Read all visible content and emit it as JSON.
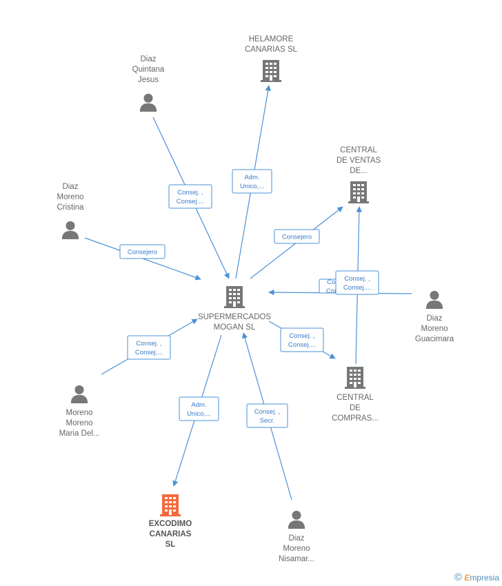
{
  "colors": {
    "edge": "#4a90d9",
    "node": "#777777",
    "highlight": "#f26a3d"
  },
  "nodes": [
    {
      "id": "center",
      "type": "company",
      "label": [
        "SUPERMERCADOS",
        "MOGAN SL"
      ],
      "bold": true,
      "highlight": false
    },
    {
      "id": "helamore",
      "type": "company",
      "label": [
        "HELAMORE",
        "CANARIAS  SL"
      ],
      "bold": true,
      "highlight": false
    },
    {
      "id": "central_ventas",
      "type": "company",
      "label": [
        "CENTRAL",
        "DE VENTAS",
        "DE..."
      ],
      "bold": true,
      "highlight": false
    },
    {
      "id": "central_compras",
      "type": "company",
      "label": [
        "CENTRAL",
        "DE",
        "COMPRAS..."
      ],
      "bold": true,
      "highlight": false
    },
    {
      "id": "excodimo",
      "type": "company",
      "label": [
        "EXCODIMO",
        "CANARIAS",
        "SL"
      ],
      "bold": true,
      "highlight": true
    },
    {
      "id": "diaz_quintana",
      "type": "person",
      "label": [
        "Diaz",
        "Quintana",
        "Jesus"
      ],
      "bold": false,
      "highlight": false
    },
    {
      "id": "diaz_cristina",
      "type": "person",
      "label": [
        "Diaz",
        "Moreno",
        "Cristina"
      ],
      "bold": false,
      "highlight": false
    },
    {
      "id": "diaz_guacimara",
      "type": "person",
      "label": [
        "Diaz",
        "Moreno",
        "Guacimara"
      ],
      "bold": false,
      "highlight": false
    },
    {
      "id": "moreno_maria",
      "type": "person",
      "label": [
        "Moreno",
        "Moreno",
        "Maria Del..."
      ],
      "bold": false,
      "highlight": false
    },
    {
      "id": "diaz_nisamar",
      "type": "person",
      "label": [
        "Diaz",
        "Moreno",
        "Nisamar..."
      ],
      "bold": false,
      "highlight": false
    }
  ],
  "edges": [
    {
      "from": "diaz_quintana",
      "to": "center",
      "label": [
        "Consej. ,",
        "Consej...."
      ]
    },
    {
      "from": "center",
      "to": "helamore",
      "label": [
        "Adm.",
        "Unico,..."
      ]
    },
    {
      "from": "center",
      "to": "central_ventas",
      "label": [
        "Consejero"
      ]
    },
    {
      "from": "diaz_cristina",
      "to": "center",
      "label": [
        "Consejero"
      ]
    },
    {
      "from": "diaz_guacimara",
      "to": "center",
      "label": [
        "Consej. ,",
        "Consej...."
      ]
    },
    {
      "from": "central_compras",
      "to": "central_ventas",
      "label": [
        "Consej. ,",
        "Consej...."
      ]
    },
    {
      "from": "center",
      "to": "central_compras",
      "label": [
        "Consej. ,",
        "Consej...."
      ]
    },
    {
      "from": "moreno_maria",
      "to": "center",
      "label": [
        "Consej. ,",
        "Consej...."
      ]
    },
    {
      "from": "center",
      "to": "excodimo",
      "label": [
        "Adm.",
        "Unico,..."
      ]
    },
    {
      "from": "diaz_nisamar",
      "to": "center",
      "label": [
        "Consej. ,",
        "Secr."
      ]
    }
  ],
  "brand": {
    "copyright": "©",
    "name": "mpresia",
    "initial": "E"
  }
}
